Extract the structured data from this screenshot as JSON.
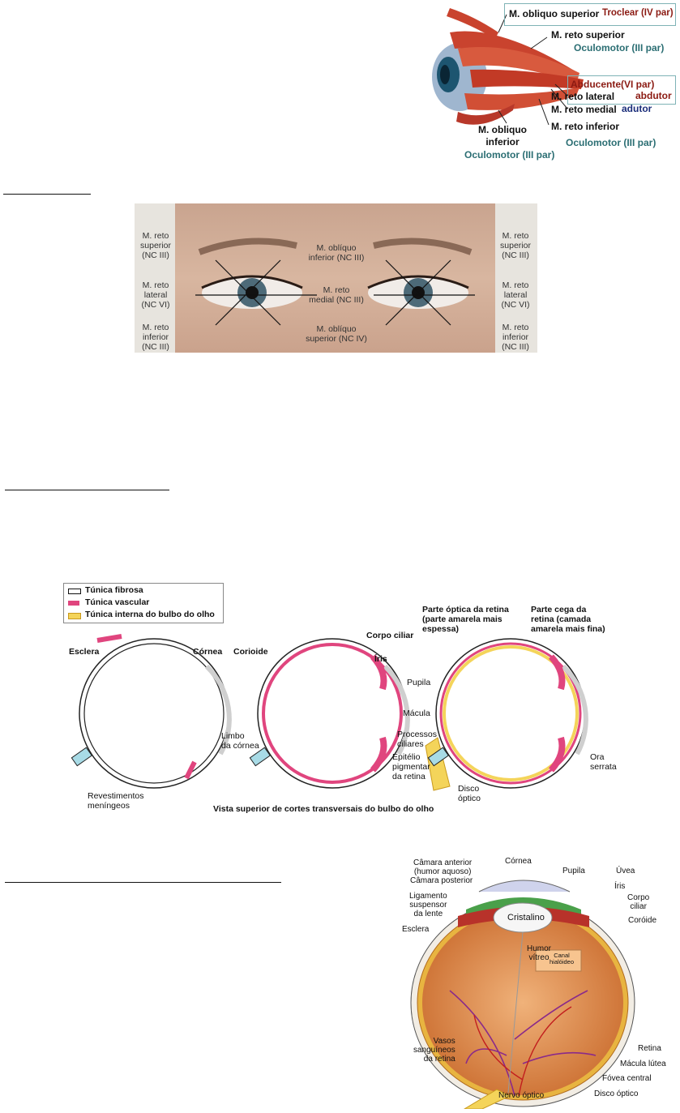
{
  "fig_muscles": {
    "m_obliquo_superior": "M. obliquo superior",
    "troclear": "Troclear (IV par)",
    "m_reto_superior": "M. reto superior",
    "oculomotor_1": "Oculomotor (III par)",
    "abducente": "Abducente(VI par)",
    "m_reto_lateral": "M. reto lateral",
    "abdutor": "abdutor",
    "m_reto_medial": "M. reto medial",
    "adutor": "adutor",
    "m_reto_inferior": "M. reto inferior",
    "m_obliquo_inferior": "M. obliquo\ninferior",
    "oculomotor_2": "Oculomotor (III par)",
    "oculomotor_3": "Oculomotor (III par)"
  },
  "fig_face": {
    "left_top": "M. reto\nsuperior\n(NC III)",
    "left_mid": "M. reto\nlateral\n(NC VI)",
    "left_bot": "M. reto\ninferior\n(NC III)",
    "center_top": "M. oblíquo\ninferior (NC III)",
    "center_mid": "M. reto\nmedial (NC III)",
    "center_bot": "M. oblíquo\nsuperior (NC IV)",
    "right_top": "M. reto\nsuperior\n(NC III)",
    "right_mid": "M. reto\nlateral\n(NC VI)",
    "right_bot": "M. reto\ninferior\n(NC III)"
  },
  "fig_tunics": {
    "legend": [
      "Túnica fibrosa",
      "Túnica vascular",
      "Túnica interna do bulbo do olho"
    ],
    "esclera": "Esclera",
    "cornea": "Córnea",
    "limbo": "Limbo\nda córnea",
    "revestimentos": "Revestimentos\nmeníngeos",
    "corioide": "Corioide",
    "corpo_ciliar": "Corpo ciliar",
    "iris": "Íris",
    "pupila": "Pupila",
    "processos": "Processos\nciliares",
    "parte_optica": "Parte óptica da retina\n(parte amarela mais\nespessa)",
    "parte_cega": "Parte cega da\nretina (camada\namarela mais fina)",
    "macula": "Mácula",
    "epitelio": "Epitélio\npigmentar\nda retina",
    "ora": "Ora\nserrata",
    "disco": "Disco\nóptico",
    "caption": "Vista superior de cortes transversais do bulbo do olho"
  },
  "fig_eye": {
    "camara_anterior": "Câmara anterior\n(humor aquoso)",
    "camara_posterior": "Câmara posterior",
    "cornea": "Córnea",
    "pupila": "Pupila",
    "uvea": "Úvea",
    "iris": "Íris",
    "corpo_ciliar": "Corpo\nciliar",
    "coroide": "Coróide",
    "ligamento": "Ligamento\nsuspensor\nda lente",
    "esclera": "Esclera",
    "cristalino": "Cristalino",
    "humor": "Humor\nvítreo",
    "canal": "Canal\nhialóideo",
    "vasos": "Vasos\nsanguíneos\nda retina",
    "retina": "Retina",
    "macula": "Mácula lútea",
    "fovea": "Fóvea central",
    "nervo": "Nervo óptico",
    "disco": "Disco óptico"
  }
}
